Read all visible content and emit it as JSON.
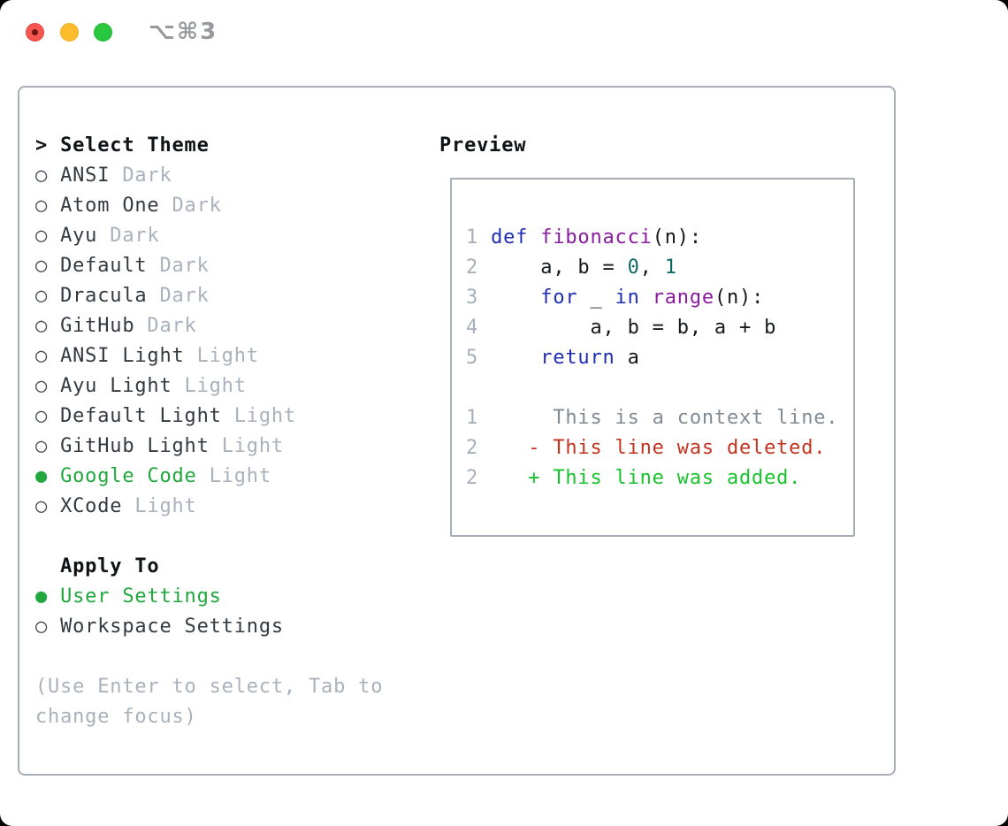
{
  "window": {
    "title": "⌥⌘3"
  },
  "markers": {
    "focus": ">",
    "unselected": "○",
    "selected": "●"
  },
  "left": {
    "header": "Select Theme",
    "items": [
      {
        "name": "ANSI",
        "variant": "Dark",
        "selected": false
      },
      {
        "name": "Atom One",
        "variant": "Dark",
        "selected": false
      },
      {
        "name": "Ayu",
        "variant": "Dark",
        "selected": false
      },
      {
        "name": "Default",
        "variant": "Dark",
        "selected": false
      },
      {
        "name": "Dracula",
        "variant": "Dark",
        "selected": false
      },
      {
        "name": "GitHub",
        "variant": "Dark",
        "selected": false
      },
      {
        "name": "ANSI Light",
        "variant": "Light",
        "selected": false
      },
      {
        "name": "Ayu Light",
        "variant": "Light",
        "selected": false
      },
      {
        "name": "Default Light",
        "variant": "Light",
        "selected": false
      },
      {
        "name": "GitHub Light",
        "variant": "Light",
        "selected": false
      },
      {
        "name": "Google Code",
        "variant": "Light",
        "selected": true
      },
      {
        "name": "XCode",
        "variant": "Light",
        "selected": false
      }
    ],
    "apply_header": "Apply To",
    "apply_options": [
      {
        "label": "User Settings",
        "selected": true
      },
      {
        "label": "Workspace Settings",
        "selected": false
      }
    ],
    "hint": [
      "(Use Enter to select, Tab to",
      "change focus)"
    ]
  },
  "preview": {
    "title": "Preview",
    "code": [
      {
        "num": "1",
        "tokens": [
          {
            "t": "def",
            "c": "kw"
          },
          {
            "t": " ",
            "c": "pl"
          },
          {
            "t": "fibonacci",
            "c": "fn"
          },
          {
            "t": "(n):",
            "c": "pl"
          }
        ]
      },
      {
        "num": "2",
        "tokens": [
          {
            "t": "    a, b = ",
            "c": "pl"
          },
          {
            "t": "0",
            "c": "num"
          },
          {
            "t": ", ",
            "c": "pl"
          },
          {
            "t": "1",
            "c": "num"
          }
        ]
      },
      {
        "num": "3",
        "tokens": [
          {
            "t": "    ",
            "c": "pl"
          },
          {
            "t": "for",
            "c": "kw"
          },
          {
            "t": " _ ",
            "c": "pl"
          },
          {
            "t": "in",
            "c": "kw"
          },
          {
            "t": " ",
            "c": "pl"
          },
          {
            "t": "range",
            "c": "fn"
          },
          {
            "t": "(n):",
            "c": "pl"
          }
        ]
      },
      {
        "num": "4",
        "tokens": [
          {
            "t": "        a, b = b, a + b",
            "c": "pl"
          }
        ]
      },
      {
        "num": "5",
        "tokens": [
          {
            "t": "    ",
            "c": "pl"
          },
          {
            "t": "return",
            "c": "kw"
          },
          {
            "t": " a",
            "c": "pl"
          }
        ]
      }
    ],
    "diff": [
      {
        "num": "1",
        "kind": "context",
        "text": "      This is a context line."
      },
      {
        "num": "2",
        "kind": "deleted",
        "text": "    - This line was deleted."
      },
      {
        "num": "2",
        "kind": "added",
        "text": "    + This line was added."
      }
    ]
  },
  "colors": {
    "green": "#21a73e",
    "kw": "#1f2db4",
    "fn": "#8a1b9e",
    "num": "#0e6968",
    "ink": "#15181c",
    "name": "#333a41",
    "muted": "#a9b2bc",
    "lno": "#a6b0bb",
    "ctx": "#828a94",
    "dred": "#c3331e",
    "dgreen": "#17c22b",
    "border": "#a7aeb7",
    "tlred": "#f6564f",
    "tlyellow": "#fdbc2e",
    "tlgreen": "#2ac83e"
  }
}
